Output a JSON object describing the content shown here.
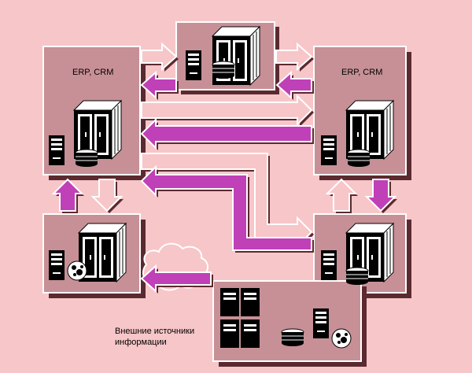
{
  "diagram": {
    "labels": {
      "erp_crm_left": "ERP, CRM",
      "erp_crm_right": "ERP, CRM",
      "external_sources_line1": "Внешние источники",
      "external_sources_line2": "информации"
    },
    "colors": {
      "background": "#f7c6c9",
      "panel": "#c79096",
      "panel_dark": "#5a2a30",
      "panel_light": "#ffffff",
      "arrow_magenta": "#c040b8",
      "arrow_pink": "#e8a0a8",
      "device_black": "#000000",
      "device_white": "#ffffff"
    }
  }
}
